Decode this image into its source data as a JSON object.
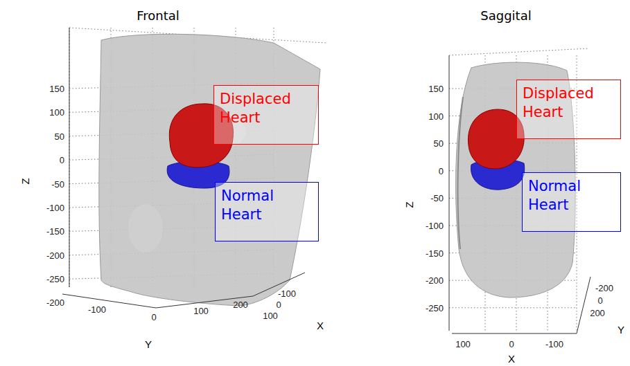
{
  "diagram": {
    "nodes": [
      {
        "text": [
          "Displaced Heart"
        ]
      },
      {
        "text": [
          "Normal Heart"
        ]
      },
      {
        "text": [
          "Displaced Heart"
        ]
      },
      {
        "text": [
          "Normal Heart"
        ]
      }
    ],
    "labels": [
      "Frontal",
      "Saggital",
      "150",
      "100",
      "50",
      "0",
      "-50",
      "-100",
      "-150",
      "-200",
      "-250",
      "Z",
      "-200",
      "-100",
      "0",
      "100",
      "200",
      "Y",
      "-100",
      "0",
      "100",
      "X",
      "150",
      "100",
      "50",
      "0",
      "-50",
      "-100",
      "-150",
      "-200",
      "-250",
      "Z",
      "100",
      "0",
      "-100",
      "X",
      "-200",
      "0",
      "200",
      "Y"
    ]
  }
}
